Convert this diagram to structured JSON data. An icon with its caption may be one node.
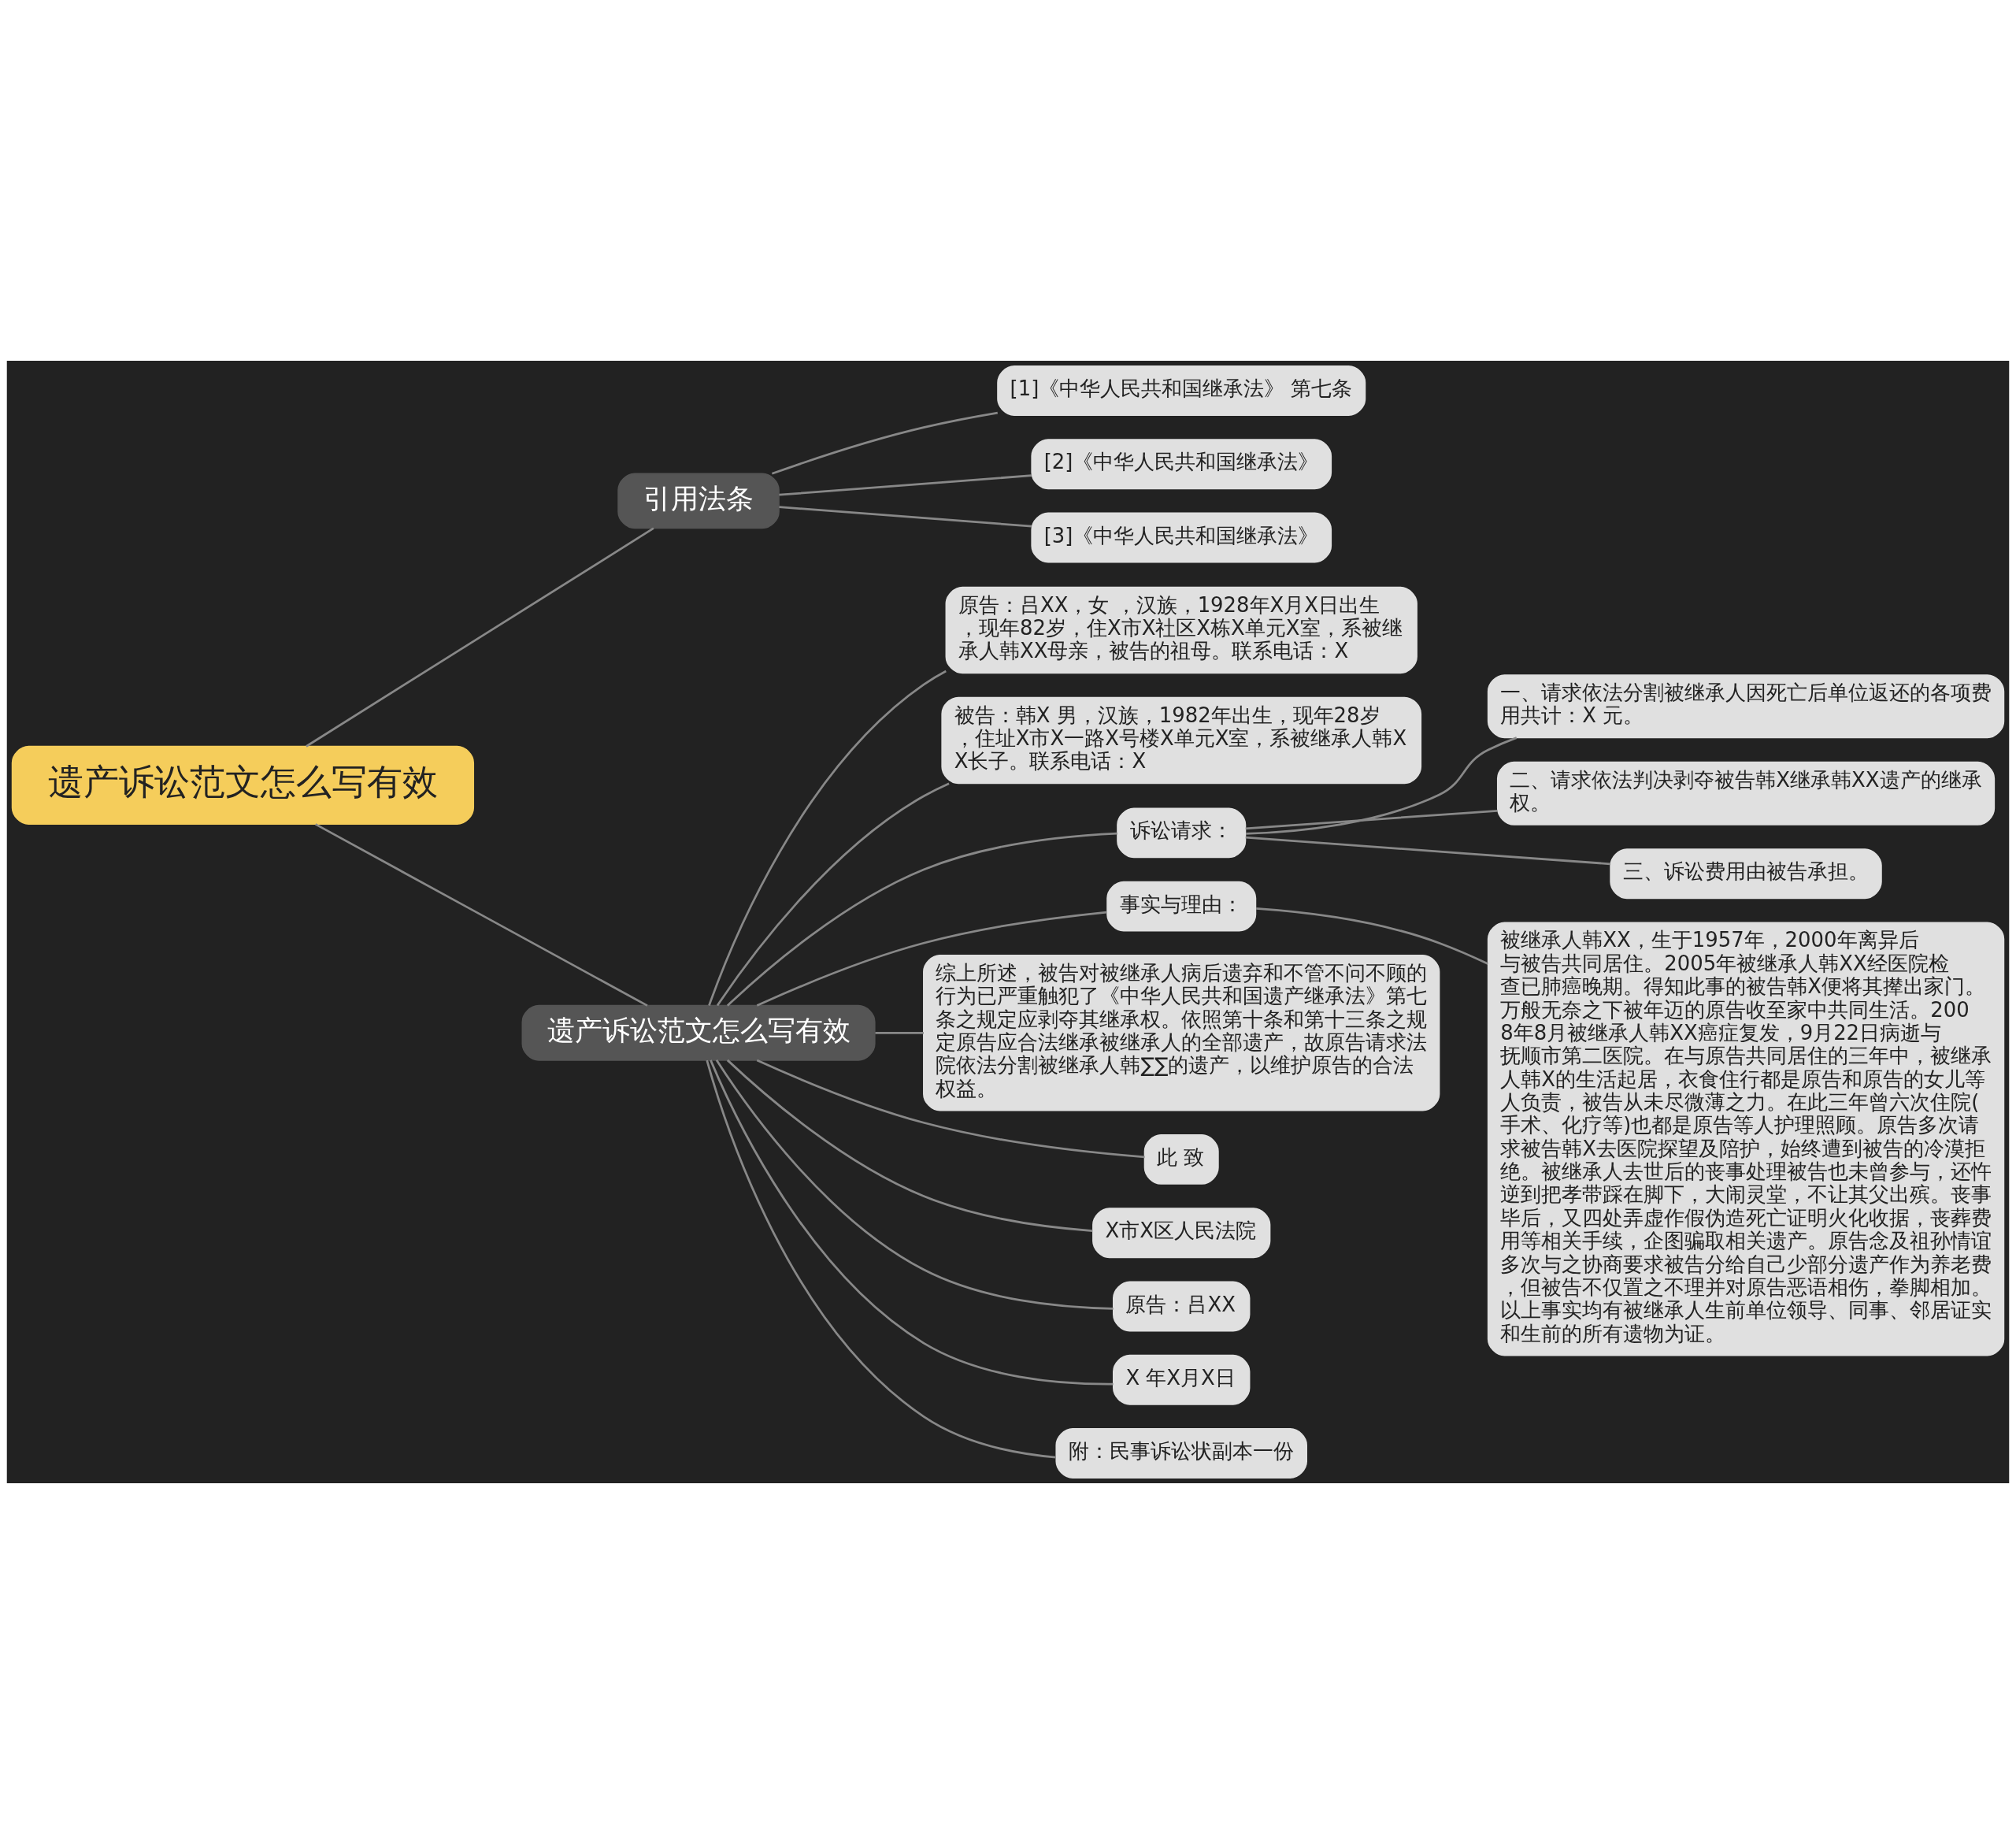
{
  "diagram": {
    "nodes": [
      {
        "text": [
          "遗产诉讼范文怎么写有效"
        ]
      },
      {
        "text": [
          "引用法条"
        ]
      },
      {
        "text": [
          "[1]《中华人民共和国继承法》 第七条"
        ]
      },
      {
        "text": [
          "[2]《中华人民共和国继承法》"
        ]
      },
      {
        "text": [
          "[3]《中华人民共和国继承法》"
        ]
      },
      {
        "text": [
          "遗产诉讼范文怎么写有效"
        ]
      },
      {
        "text": [
          "原告：吕XX，女 ，汉族，1928年X月X日出生，现年82岁，住X市X社区X栋X单元X室，系被继承人韩XX母亲，被告的祖母。联系电话：X"
        ]
      },
      {
        "text": [
          "被告：韩X 男，汉族，1982年出生，现年28岁，住址X市X一路X号楼X单元X室，系被继承人韩XX长子。联系电话：X"
        ]
      },
      {
        "text": [
          "诉讼请求："
        ]
      },
      {
        "text": [
          "一、请求依法分割被继承人因死亡后单位返还的各项费用共计：X 元。"
        ]
      },
      {
        "text": [
          "二、请求依法判决剥夺被告韩X继承韩XX遗产的继承权。"
        ]
      },
      {
        "text": [
          "三、诉讼费用由被告承担。"
        ]
      },
      {
        "text": [
          "事实与理由："
        ]
      },
      {
        "text": [
          "被继承人韩XX，生于1957年，2000年离异后与被告共同居住。2005年被继承人韩XX经医院检查已肺癌晚期。得知此事的被告韩X便将其撵出家门。万般无奈之下被年迈的原告收至家中共同生活。2008年8月被继承人韩XX癌症复发，9月22日病逝与抚顺市第二医院。在与原告共同居住的三年中，被继承人韩X的生活起居，衣食住行都是原告和原告的女儿等人负责，被告从未尽微薄之力。在此三年曾六次住院(手术、化疗等)也都是原告等人护理照顾。原告多次请求被告韩X去医院探望及陪护，始终遭到被告的冷漠拒绝。被继承人去世后的丧事处理被告也未曾参与，还忤逆到把孝带踩在脚下，大闹灵堂，不让其父出殡。丧事毕后，又四处弄虚作假伪造死亡证明火化收据，丧葬费用等相关手续，企图骗取相关遗产。原告念及祖孙情谊多次与之协商要求被告分给自己少部分遗产作为养老费，但被告不仅置之不理并对原告恶语相伤，拳脚相加。以上事实均有被继承人生前单位领导、同事、邻居证实和生前的所有遗物为证。"
        ]
      },
      {
        "text": [
          "综上所述，被告对被继承人病后遗弃和不管不问不顾的行为已严重触犯了《中华人民共和国遗产继承法》第七条之规定应剥夺其继承权。依照第十条和第十三条之规定原告应合法继承被继承人的全部遗产，故原告请求法院依法分割被继承人韩∑∑的遗产，以维护原告的合法权益。"
        ]
      },
      {
        "text": [
          "此 致"
        ]
      },
      {
        "text": [
          "X市X区人民法院"
        ]
      },
      {
        "text": [
          "原告：吕XX"
        ]
      },
      {
        "text": [
          "X 年X月X日"
        ]
      },
      {
        "text": [
          "附：民事诉讼状副本一份"
        ]
      }
    ],
    "edges": [
      {
        "from": 0,
        "to": 1,
        "arrow": "none"
      },
      {
        "from": 1,
        "to": 2,
        "arrow": "none"
      },
      {
        "from": 1,
        "to": 3,
        "arrow": "none"
      },
      {
        "from": 1,
        "to": 4,
        "arrow": "none"
      },
      {
        "from": 0,
        "to": 5,
        "arrow": "none"
      },
      {
        "from": 5,
        "to": 6,
        "arrow": "none"
      },
      {
        "from": 5,
        "to": 7,
        "arrow": "none"
      },
      {
        "from": 5,
        "to": 8,
        "arrow": "none"
      },
      {
        "from": 8,
        "to": 9,
        "arrow": "none"
      },
      {
        "from": 8,
        "to": 10,
        "arrow": "none"
      },
      {
        "from": 8,
        "to": 11,
        "arrow": "none"
      },
      {
        "from": 5,
        "to": 12,
        "arrow": "none"
      },
      {
        "from": 12,
        "to": 13,
        "arrow": "none"
      },
      {
        "from": 5,
        "to": 14,
        "arrow": "none"
      },
      {
        "from": 5,
        "to": 15,
        "arrow": "none"
      },
      {
        "from": 5,
        "to": 16,
        "arrow": "none"
      },
      {
        "from": 5,
        "to": 17,
        "arrow": "none"
      },
      {
        "from": 5,
        "to": 18,
        "arrow": "none"
      },
      {
        "from": 5,
        "to": 19,
        "arrow": "none"
      }
    ]
  }
}
